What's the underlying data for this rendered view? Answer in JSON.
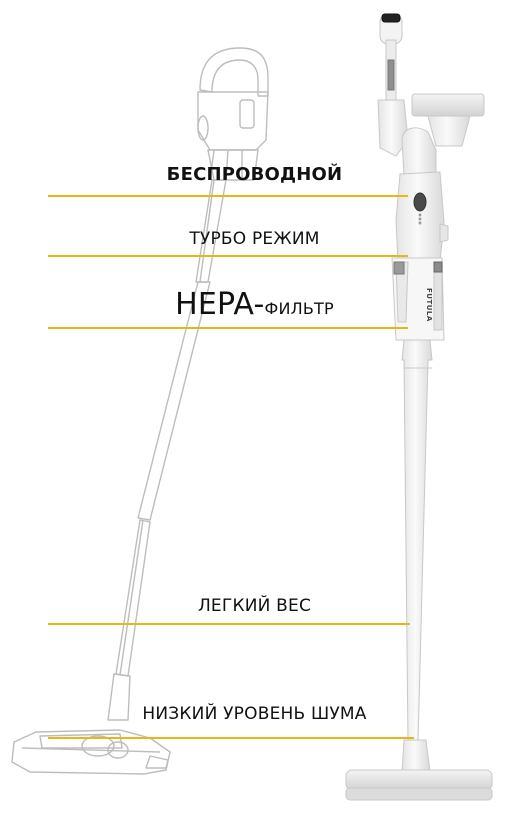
{
  "features": [
    {
      "label": "БЕСПРОВОДНОЙ"
    },
    {
      "label": "ТУРБО РЕЖИМ"
    },
    {
      "label_big": "HEPA-",
      "label_small": "ФИЛЬТР"
    },
    {
      "label": "ЛЕГКИЙ ВЕС"
    },
    {
      "label": "НИЗКИЙ УРОВЕНЬ ШУМА"
    }
  ],
  "product": {
    "brand": "FUTULA"
  },
  "colors": {
    "accent_line": "#e6b817",
    "outline": "#b9b9b9",
    "body_fill": "#f2f2f2",
    "text": "#111111"
  }
}
